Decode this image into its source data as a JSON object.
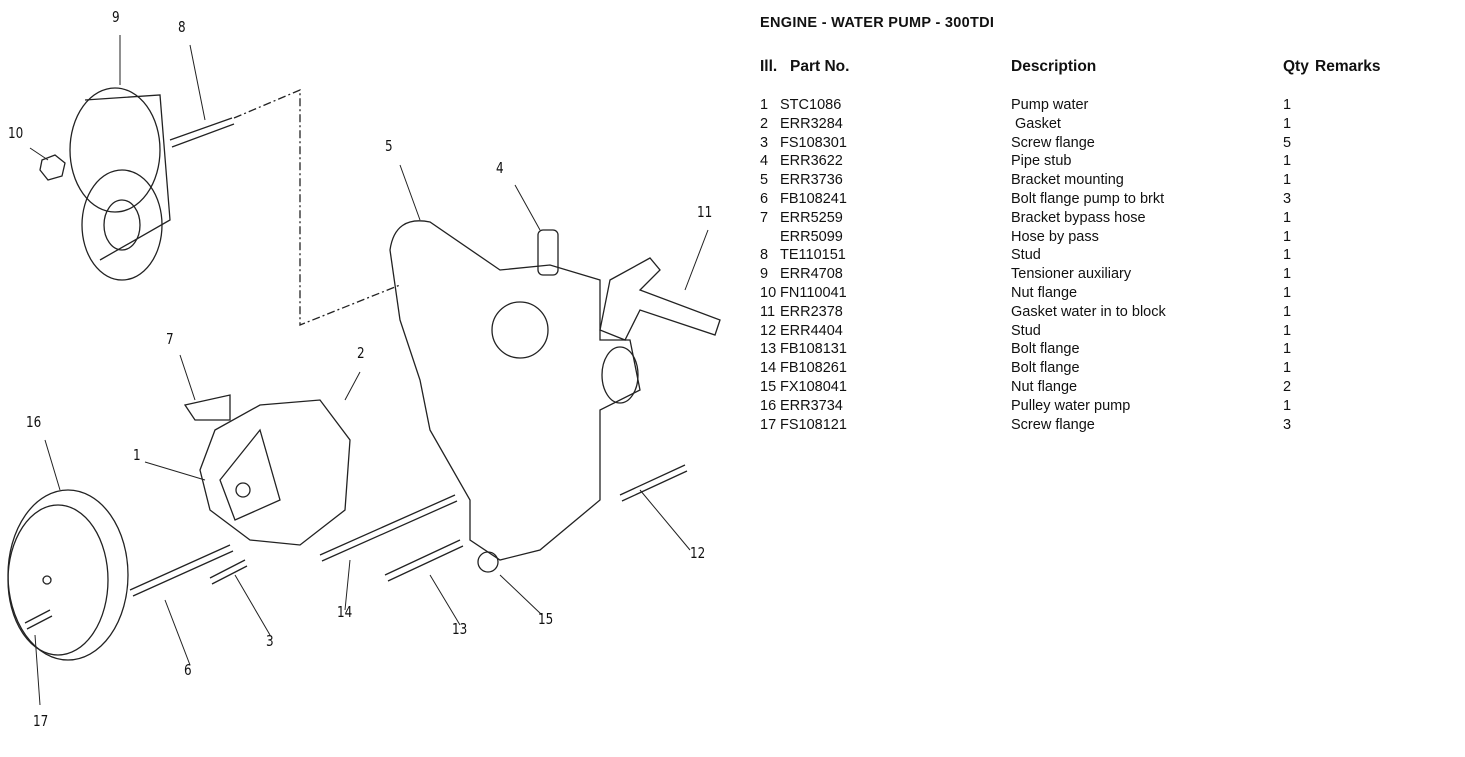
{
  "title": "ENGINE - WATER PUMP - 300TDI",
  "headers": {
    "ill": "Ill.",
    "part_no": "Part No.",
    "description": "Description",
    "qty": "Qty",
    "remarks": "Remarks"
  },
  "rows": [
    {
      "ill": "1",
      "part": "STC1086",
      "desc": "Pump water",
      "qty": "1",
      "rem": ""
    },
    {
      "ill": "2",
      "part": "ERR3284",
      "desc": " Gasket",
      "qty": "1",
      "rem": ""
    },
    {
      "ill": "3",
      "part": "FS108301",
      "desc": "Screw flange",
      "qty": "5",
      "rem": ""
    },
    {
      "ill": "4",
      "part": "ERR3622",
      "desc": "Pipe stub",
      "qty": "1",
      "rem": ""
    },
    {
      "ill": "5",
      "part": "ERR3736",
      "desc": "Bracket mounting",
      "qty": "1",
      "rem": ""
    },
    {
      "ill": "6",
      "part": "FB108241",
      "desc": "Bolt flange pump to brkt",
      "qty": "3",
      "rem": ""
    },
    {
      "ill": "7",
      "part": "ERR5259",
      "desc": "Bracket bypass hose",
      "qty": "1",
      "rem": ""
    },
    {
      "ill": "",
      "part": "ERR5099",
      "desc": "Hose by pass",
      "qty": "1",
      "rem": ""
    },
    {
      "ill": "8",
      "part": "TE110151",
      "desc": "Stud",
      "qty": "1",
      "rem": ""
    },
    {
      "ill": "9",
      "part": "ERR4708",
      "desc": "Tensioner auxiliary",
      "qty": "1",
      "rem": ""
    },
    {
      "ill": "10",
      "part": "FN110041",
      "desc": "Nut flange",
      "qty": "1",
      "rem": ""
    },
    {
      "ill": "11",
      "part": "ERR2378",
      "desc": "Gasket water in to block",
      "qty": "1",
      "rem": ""
    },
    {
      "ill": "12",
      "part": "ERR4404",
      "desc": "Stud",
      "qty": "1",
      "rem": ""
    },
    {
      "ill": "13",
      "part": "FB108131",
      "desc": "Bolt flange",
      "qty": "1",
      "rem": ""
    },
    {
      "ill": "14",
      "part": "FB108261",
      "desc": "Bolt flange",
      "qty": "1",
      "rem": ""
    },
    {
      "ill": "15",
      "part": "FX108041",
      "desc": "Nut flange",
      "qty": "2",
      "rem": ""
    },
    {
      "ill": "16",
      "part": "ERR3734",
      "desc": "Pulley water pump",
      "qty": "1",
      "rem": ""
    },
    {
      "ill": "17",
      "part": "FS108121",
      "desc": "Screw flange",
      "qty": "3",
      "rem": ""
    }
  ],
  "callouts": [
    "9",
    "8",
    "10",
    "5",
    "4",
    "11",
    "7",
    "2",
    "16",
    "1",
    "12",
    "14",
    "13",
    "15",
    "3",
    "6",
    "17"
  ]
}
